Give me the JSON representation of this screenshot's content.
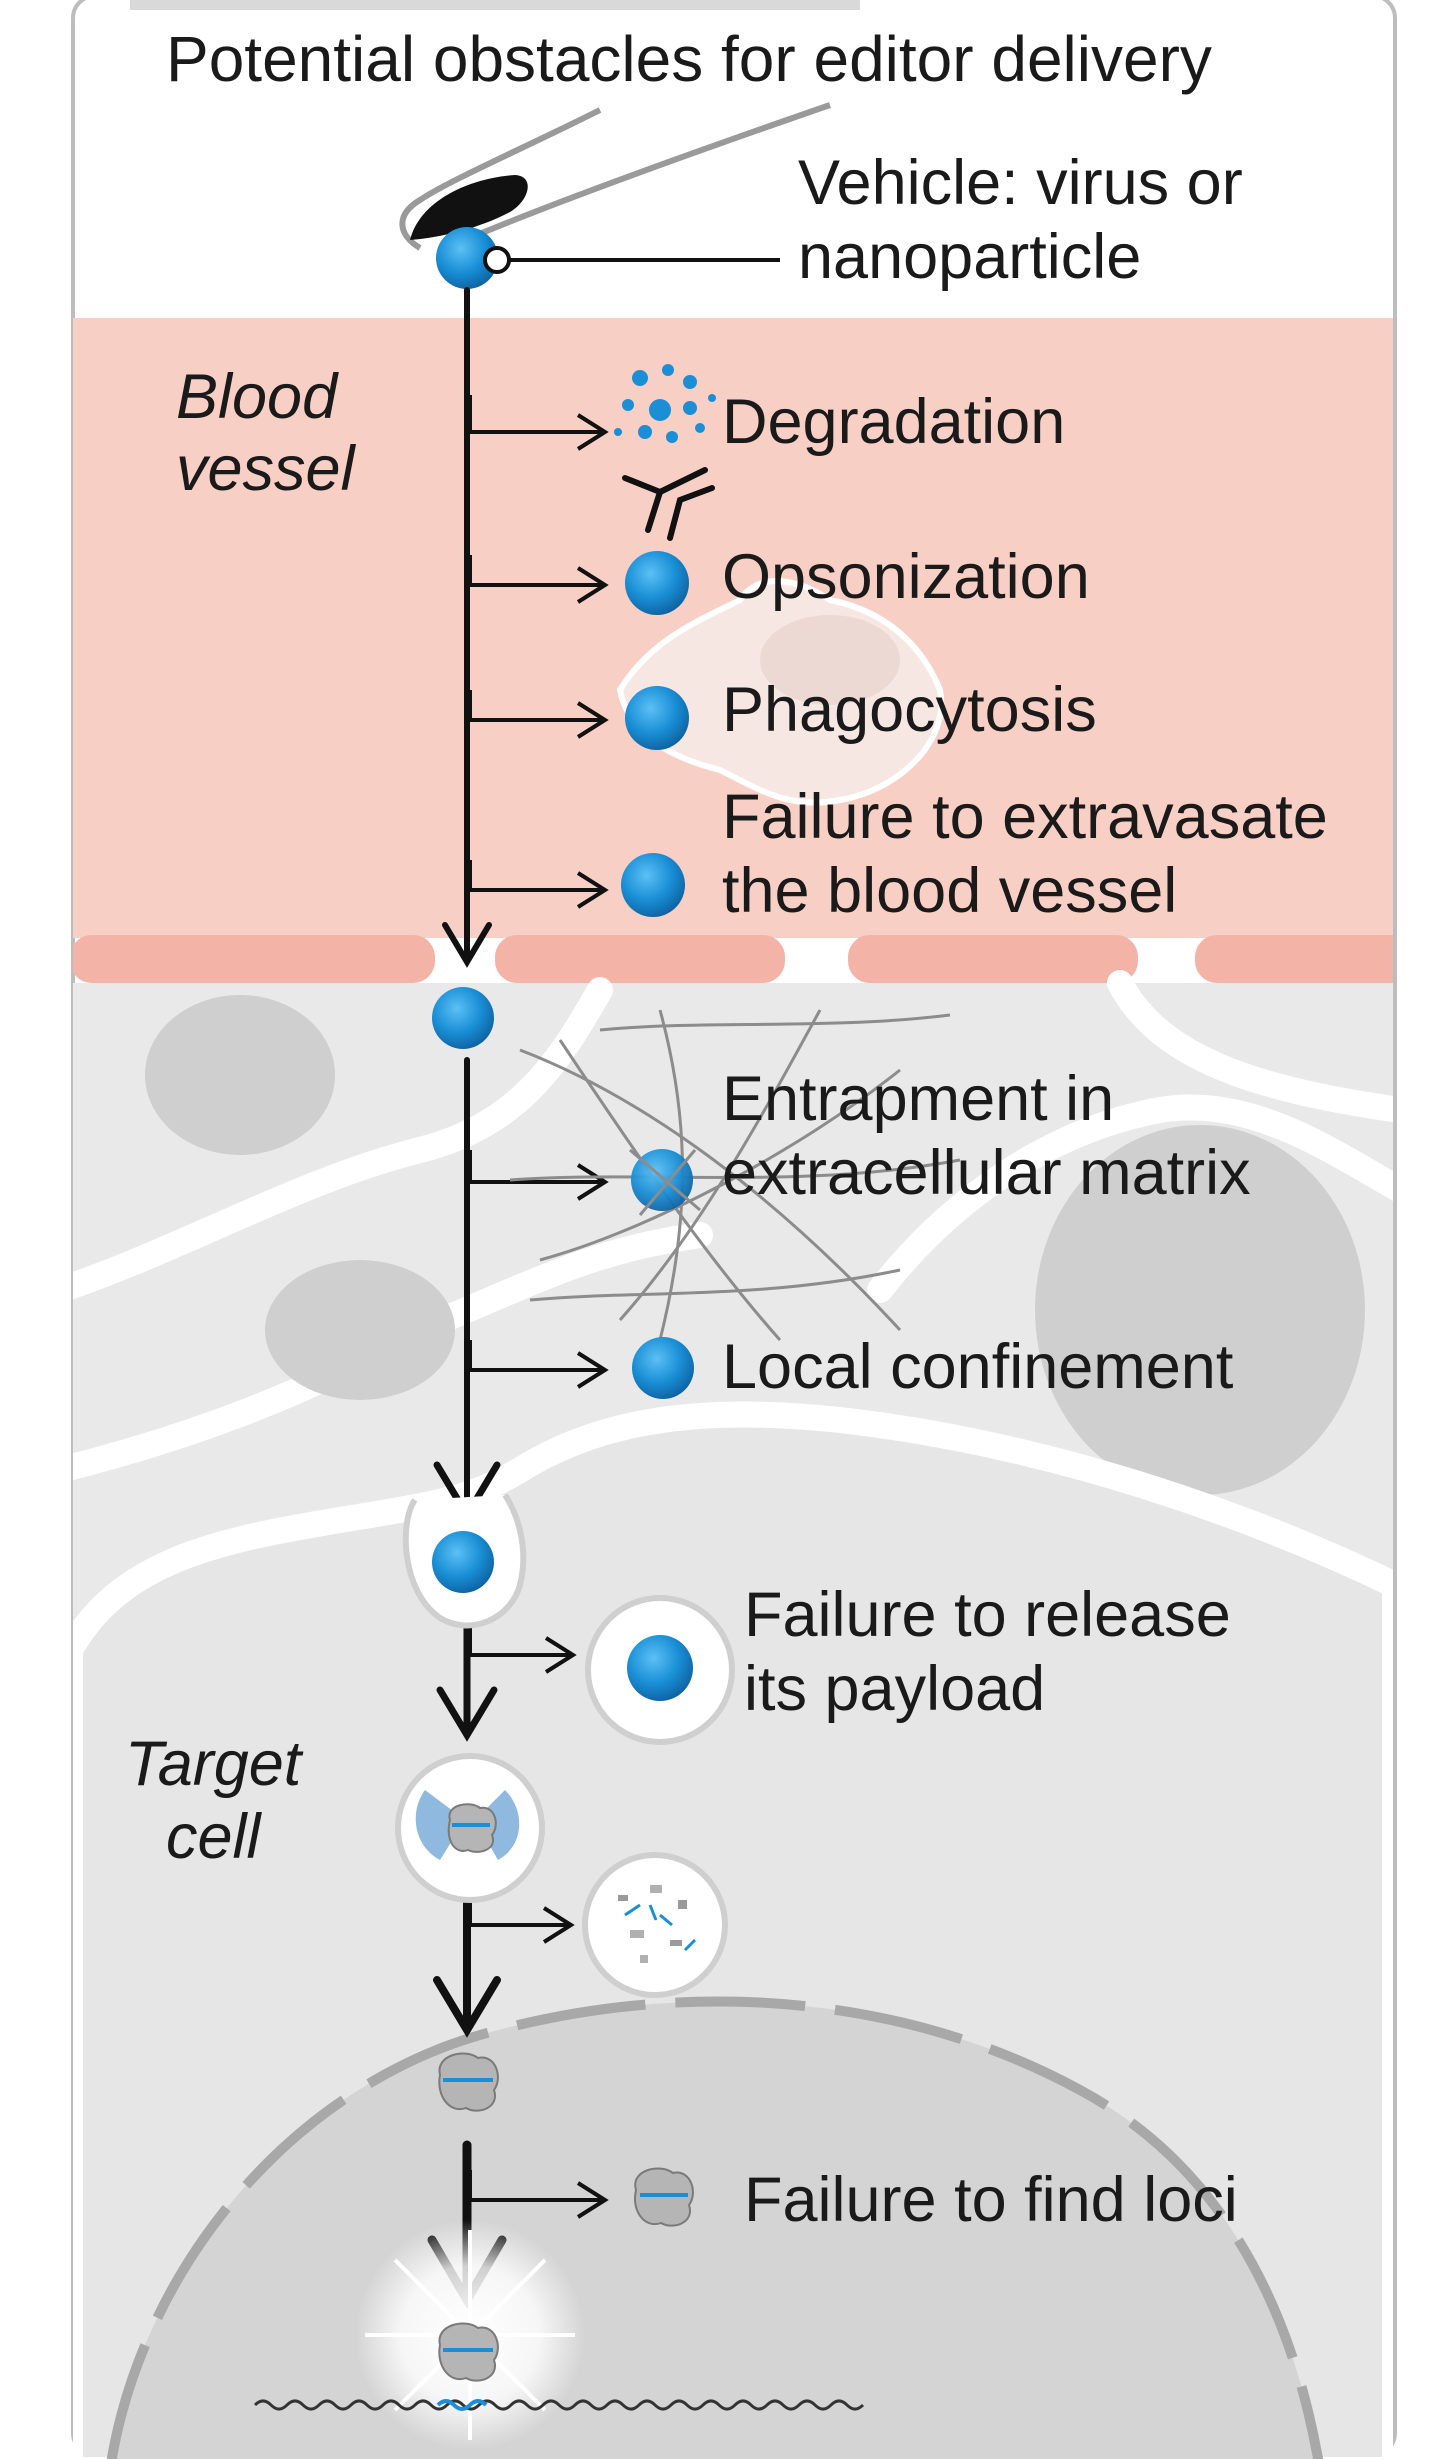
{
  "title": "Potential obstacles for editor delivery",
  "vehicle": {
    "line1": "Vehicle: virus or",
    "line2": "nanoparticle"
  },
  "regions": {
    "blood_vessel": {
      "line1": "Blood",
      "line2": "vessel"
    },
    "target_cell": {
      "line1": "Target",
      "line2": "cell"
    }
  },
  "obstacles": {
    "degradation": "Degradation",
    "opsonization": "Opsonization",
    "phagocytosis": "Phagocytosis",
    "extravasate": {
      "line1": "Failure to extravasate",
      "line2": "the blood vessel"
    },
    "ecm": {
      "line1": "Entrapment in",
      "line2": "extracellular matrix"
    },
    "confinement": "Local confinement",
    "payload": {
      "line1": "Failure to release",
      "line2": "its payload"
    },
    "loci": "Failure to find loci"
  },
  "colors": {
    "particle_blue": "#1a8fd6",
    "blood_vessel_pink": "#f7cfc4",
    "vessel_wall": "#f3b3a6",
    "tissue_gray": "#e9e9e9",
    "cell_border": "#ffffff",
    "nucleus_gray": "#d6d6d6",
    "arrow_black": "#111111"
  }
}
